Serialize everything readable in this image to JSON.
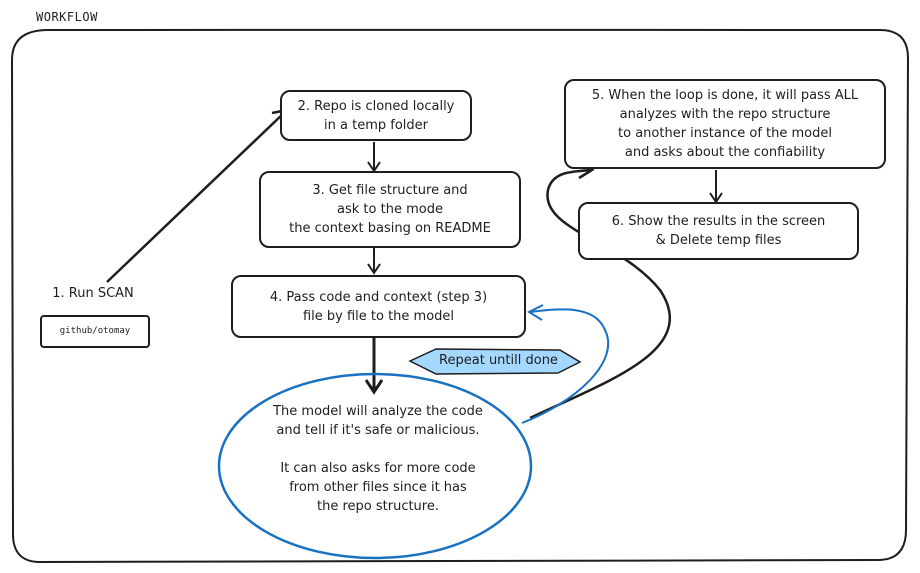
{
  "frame": {
    "title": "WORKFLOW"
  },
  "steps": {
    "step1": {
      "label": "1. Run SCAN",
      "input_value": "github/otomay"
    },
    "step2": {
      "text": "2. Repo is cloned locally\nin a temp folder"
    },
    "step3": {
      "text": "3. Get file structure and\nask to the mode\nthe context basing on README"
    },
    "step4": {
      "text": "4. Pass code and context (step 3)\nfile by file to the model"
    },
    "step5": {
      "text": "5. When the loop is done, it will pass ALL\nanalyzes with the repo structure\nto another instance of the model\nand asks about the confiability"
    },
    "step6": {
      "text": "6. Show the results in the screen\n& Delete temp files"
    }
  },
  "loop": {
    "label": "Repeat untill done"
  },
  "model": {
    "text": "The model will analyze the code\nand tell if it's safe or malicious.\n\nIt can also asks for more code\nfrom other files since it has\nthe repo structure."
  },
  "colors": {
    "stroke": "#1e1e1e",
    "accent": "#1971c2",
    "diamond_fill": "#a5d8ff",
    "background": "#ffffff"
  }
}
